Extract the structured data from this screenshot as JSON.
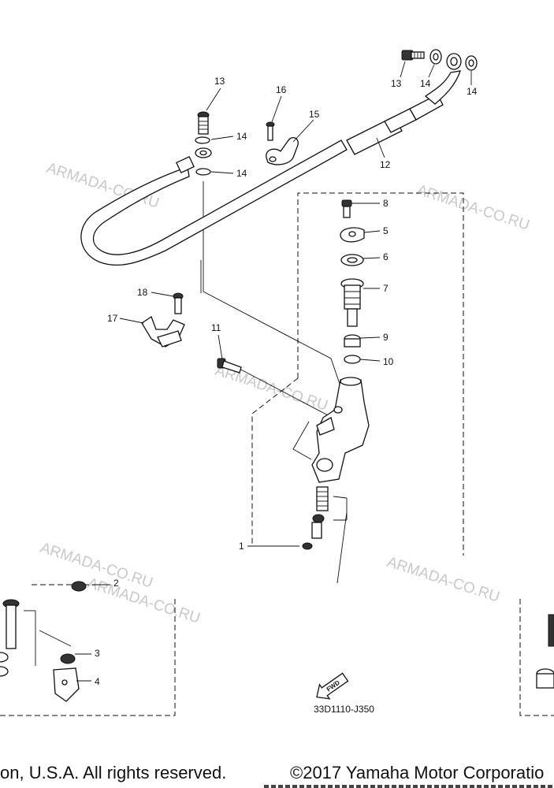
{
  "diagram": {
    "callouts": [
      "1",
      "2",
      "3",
      "4",
      "5",
      "6",
      "7",
      "8",
      "9",
      "10",
      "11",
      "12",
      "13",
      "14",
      "14",
      "14",
      "14",
      "13",
      "15",
      "16",
      "17",
      "18"
    ],
    "watermarks": [
      "ARMADA-CO.RU",
      "ARMADA-CO.RU",
      "ARMADA-CO.RU",
      "ARMADA-CO.RU",
      "ARMADA-CO.RU",
      "ARMADA-CO.RU"
    ],
    "fwd_label": "FWD",
    "ref_code": "33D1110-J350"
  },
  "footer": {
    "left_text": "on, U.S.A. All rights reserved.",
    "right_text": "©2017 Yamaha Motor Corporatio"
  }
}
